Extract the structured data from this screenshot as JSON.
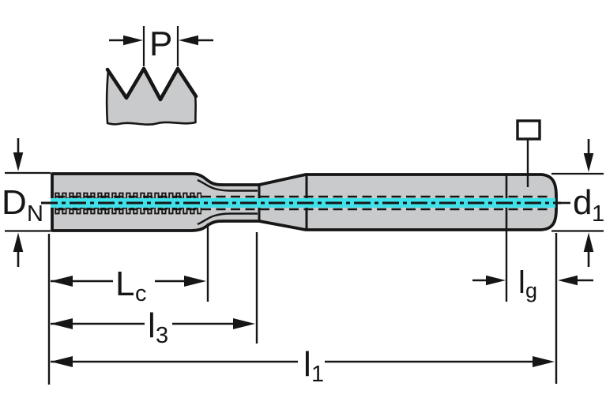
{
  "drawing": {
    "title": "tap-dimension-diagram",
    "colors": {
      "centerline_accent": "#3FE2EA",
      "body_fill": "#C9CACB",
      "line": "#161616",
      "background": "#FFFFFF"
    },
    "detail_view": {
      "pitch": {
        "main": "P"
      }
    },
    "dimensions": {
      "nominal_diameter": {
        "main": "D",
        "sub": "N"
      },
      "shank_diameter": {
        "main": "d",
        "sub": "1"
      },
      "thread_length": {
        "main": "L",
        "sub": "c"
      },
      "neck_length": {
        "main": "l",
        "sub": "3"
      },
      "overall_length": {
        "main": "l",
        "sub": "1"
      },
      "square_length": {
        "main": "l",
        "sub": "g"
      }
    },
    "symbols": {
      "square_drive": "square-end-symbol"
    }
  }
}
